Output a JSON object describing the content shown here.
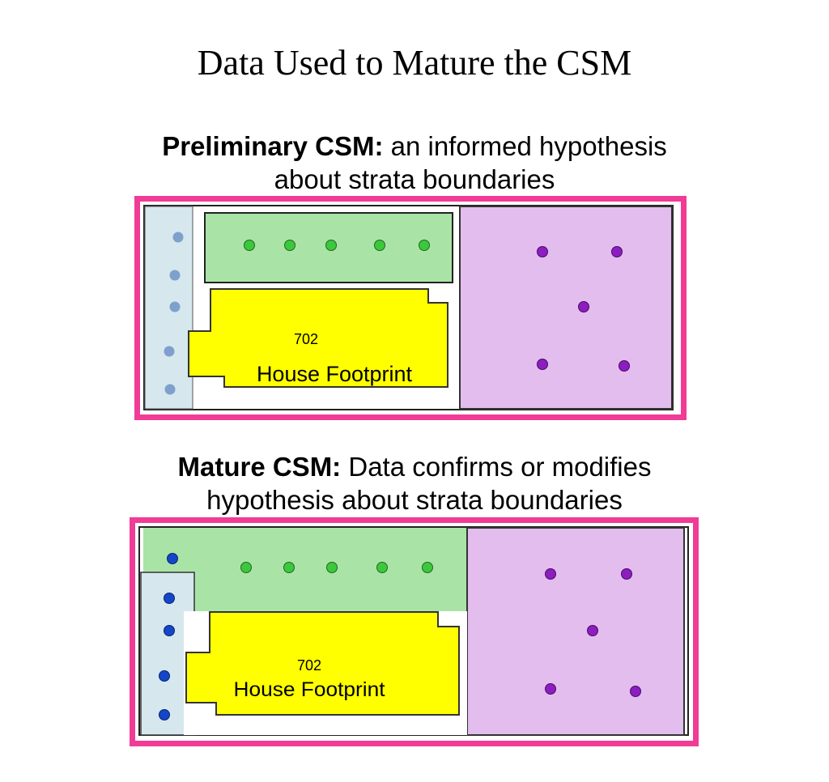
{
  "title": "Data Used to Mature the CSM",
  "preliminary": {
    "caption_bold": "Preliminary CSM:",
    "caption_rest_line1": "an informed hypothesis",
    "caption_line2": "about strata boundaries",
    "lot_number": "702",
    "footprint_label": "House Footprint"
  },
  "mature": {
    "caption_bold": "Mature CSM:",
    "caption_rest_line1": "Data confirms or modifies",
    "caption_line2": "hypothesis about strata boundaries",
    "lot_number": "702",
    "footprint_label": "House Footprint"
  },
  "colors": {
    "frame": "#f03c96",
    "strip": "#d6e8ee",
    "green_zone": "#a9e4a6",
    "purple_zone": "#e2bdee",
    "footprint": "#ffff00",
    "green_dot": "#3cc83c",
    "purple_dot": "#8c1ec0",
    "blue_dot_light": "#7ea0cc",
    "blue_dot_dark": "#1446c8"
  }
}
